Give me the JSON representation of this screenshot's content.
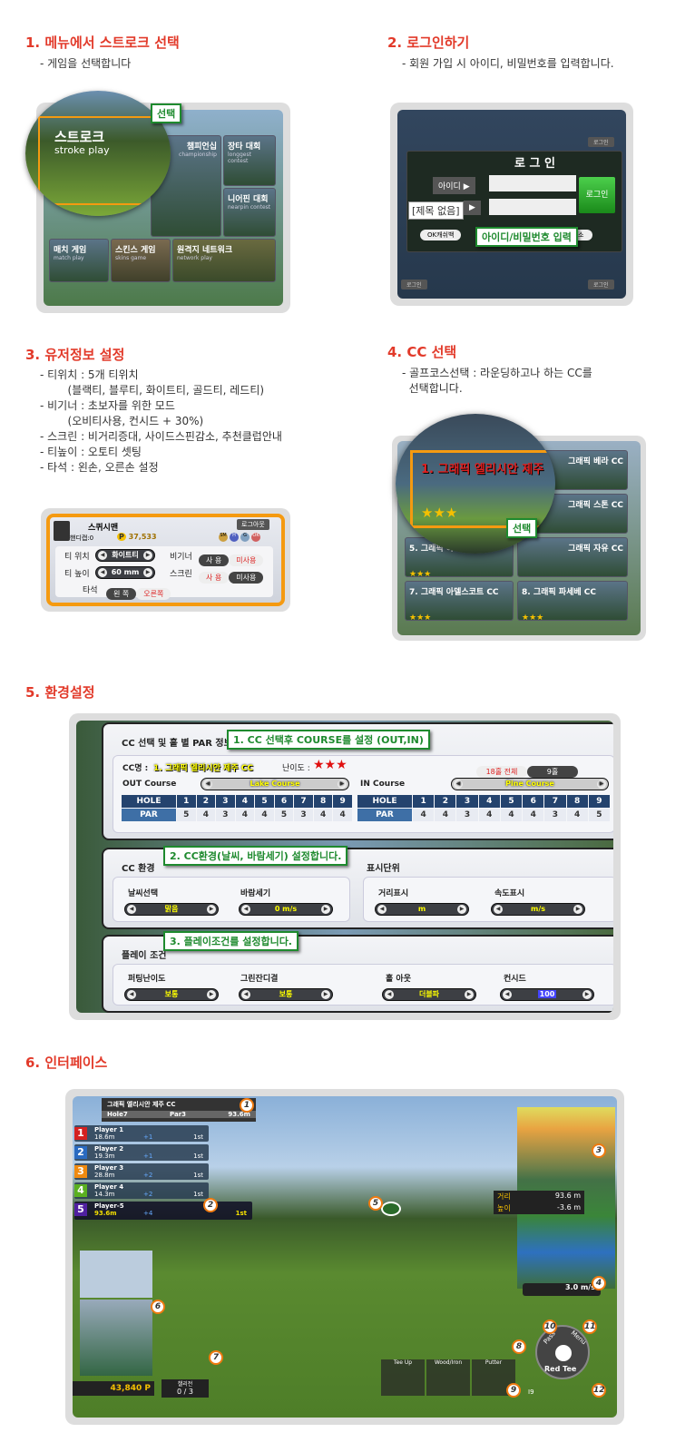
{
  "sections": [
    {
      "title": "1. 메뉴에서 스트로크 선택",
      "desc": "- 게임을 선택합니다"
    },
    {
      "title": "2. 로그인하기",
      "desc": "- 회원 가입 시 아이디, 비밀번호를 입력합니다."
    },
    {
      "title": "3. 유저정보 설정",
      "desc": [
        "- 티위치 : 5개 티위치",
        "        (블랙티, 블루티, 화이트티, 골드티, 레드티)",
        "- 비기너 : 초보자를 위한 모드",
        "        (오비티사용, 컨시드 + 30%)",
        "- 스크린 : 비거리증대, 사이드스핀감소, 추천클럽안내",
        "- 티높이 : 오토티 셋팅",
        "- 타석 : 왼손, 오른손 설정"
      ]
    },
    {
      "title": "4. CC 선택",
      "desc": "- 골프코스선택 : 라운딩하고나 하는 CC를\n  선택합니다."
    },
    {
      "title": "5. 환경설정"
    },
    {
      "title": "6. 인터페이스"
    }
  ],
  "menu": {
    "callout": "선택",
    "stroke_ko": "스트로크",
    "stroke_en": "stroke play",
    "tiles": [
      {
        "ko": "챔피언십",
        "en": "championship"
      },
      {
        "ko": "장타 대회",
        "en": "longgest contest"
      },
      {
        "ko": "니어핀 대회",
        "en": "nearpin contest"
      },
      {
        "ko": "매치 게임",
        "en": "match play"
      },
      {
        "ko": "스킨스 게임",
        "en": "skins game"
      },
      {
        "ko": "원격지 네트워크",
        "en": "network play"
      }
    ]
  },
  "login": {
    "title": "로 그 인",
    "id_label": "아이디 ▶",
    "pw_label": "▶",
    "login_button": "로그인",
    "no_title": "[제목 없음]",
    "okcash": "OK캐쉬백",
    "cancel": "소",
    "callout": "아이디/비밀번호 입력",
    "corner_buttons": [
      "로그인",
      "로그인",
      "로그인"
    ]
  },
  "user": {
    "name": "스퀴시맨",
    "handicap": "핸디캡:0",
    "points": "37,533",
    "logout": "로그아웃",
    "tee_pos_label": "티 위치",
    "tee_pos": "화이트티",
    "beginner_label": "비기너",
    "beginner_opts": [
      "사 용",
      "미사용"
    ],
    "tee_height_label": "티 높이",
    "tee_height": "60 mm",
    "screen_label": "스크린",
    "screen_opts": [
      "사 용",
      "미사용"
    ],
    "stance_label": "타석",
    "stance_opts": [
      "왼 쪽",
      "오른쪽"
    ],
    "badges": [
      "SM",
      "H",
      "G",
      "OK"
    ]
  },
  "cc": {
    "courses": [
      "1. 그래픽 엘리시안 제주",
      "그래픽 베라 CC",
      "그래픽 스톤 CC",
      "5. 그래픽 하이원",
      "그래픽 자유 CC",
      "7. 그래픽 아델스코트 CC",
      "8. 그래픽 파세베 CC"
    ],
    "stars": "★★★",
    "callout": "선택"
  },
  "settings": {
    "par_title": "CC 선택 및 홀 별 PAR 정보",
    "callout1": "1. CC 선택후 COURSE를 설정 (OUT,IN)",
    "cc_label": "CC명 :",
    "cc_name": "1. 그래픽 엘리시안 제주 CC",
    "difficulty_label": "난이도 :",
    "difficulty": "★★★",
    "holes_opts": [
      "18홀 전체",
      "9홀"
    ],
    "out": {
      "label": "OUT Course",
      "course": "Lake Course",
      "pars": [
        "5",
        "4",
        "3",
        "4",
        "4",
        "5",
        "3",
        "4",
        "4"
      ]
    },
    "in": {
      "label": "IN Course",
      "course": "Pine Course",
      "pars": [
        "4",
        "4",
        "3",
        "4",
        "4",
        "4",
        "3",
        "4",
        "5"
      ]
    },
    "hole_label": "HOLE",
    "par_label": "PAR",
    "holes": [
      "1",
      "2",
      "3",
      "4",
      "5",
      "6",
      "7",
      "8",
      "9"
    ],
    "env_title": "CC 환경",
    "callout2": "2. CC환경(날씨, 바람세기) 설정합니다.",
    "unit_title": "표시단위",
    "weather_label": "날씨선택",
    "weather": "맑음",
    "wind_label": "바람세기",
    "wind": "0 m/s",
    "dist_label": "거리표시",
    "dist": "m",
    "speed_label": "속도표시",
    "speed": "m/s",
    "play_title": "플레이 조건",
    "callout3": "3. 플레이조건를 설정합니다.",
    "putt_label": "퍼팅난이도",
    "putt": "보통",
    "grass_label": "그린잔디결",
    "grass": "보통",
    "holeout_label": "홀 아웃",
    "holeout": "더블파",
    "concede_label": "컨시드",
    "concede": "100"
  },
  "hud": {
    "cc_name": "그래픽 엘리시안 제주 CC",
    "hole": "Hole7",
    "par": "Par3",
    "dist": "93.6m",
    "players": [
      {
        "n": "1",
        "name": "Player 1",
        "dist": "18.6m",
        "score": "+1",
        "rank": "1st",
        "color": "#d42020"
      },
      {
        "n": "2",
        "name": "Player 2",
        "dist": "19.3m",
        "score": "+1",
        "rank": "1st",
        "color": "#2a6ac0"
      },
      {
        "n": "3",
        "name": "Player 3",
        "dist": "28.8m",
        "score": "+2",
        "rank": "1st",
        "color": "#f08a10"
      },
      {
        "n": "4",
        "name": "Player 4",
        "dist": "14.3m",
        "score": "+2",
        "rank": "1st",
        "color": "#5ab020"
      },
      {
        "n": "5",
        "name": "Player-5",
        "dist": "93.6m",
        "score": "+4",
        "rank": "1st",
        "color": "#5020a0"
      }
    ],
    "dist_label": "거리",
    "dist_val": "93.6 m",
    "height_label": "높이",
    "height_val": "-3.6 m",
    "wind": "3.0 m/s",
    "points": "43,840 P",
    "challenge_label": "챌리전",
    "challenge": "0 / 3",
    "clubs": [
      "Tee Up",
      "Wood/Iron",
      "Putter"
    ],
    "club_num": "I9",
    "pass": "Pass",
    "menu": "Menu",
    "tee": "Red Tee",
    "markers": [
      "1",
      "2",
      "3",
      "4",
      "5",
      "6",
      "7",
      "8",
      "9",
      "10",
      "11",
      "12"
    ]
  }
}
